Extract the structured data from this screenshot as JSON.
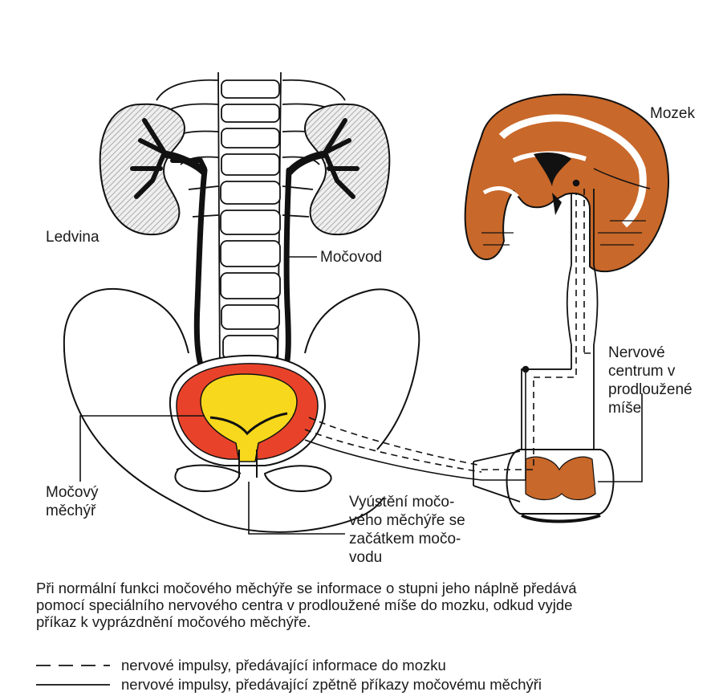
{
  "labels": {
    "ledvina": "Ledvina",
    "mocovod": "Močovod",
    "mozek": "Mozek",
    "nervove_centrum": [
      "Nervové",
      "centrum v",
      "prodloužené",
      "míše"
    ],
    "mocovy_mechyr": [
      "Močový",
      "měchýř"
    ],
    "vyusteni": [
      "Vyústění močo-",
      "vého měchýře se",
      "začátkem močo-",
      "vodu"
    ]
  },
  "caption": [
    "Při normální funkci močového měchýře se informace o stupni jeho náplně předává",
    "pomocí speciálního nervového centra v prodloužené míše do mozku, odkud vyjde",
    "příkaz k vyprázdnění močového měchýře."
  ],
  "legend": [
    {
      "style": "dashed",
      "text": "nervové impulsy, předávající informace do mozku"
    },
    {
      "style": "solid",
      "text": "nervové impulsy, předávající zpětně příkazy močovému měchýři"
    }
  ],
  "colors": {
    "brain": "#c8682a",
    "bladder_outer": "#e8432a",
    "bladder_inner": "#f7d81c",
    "kidney": "#d4d4d4",
    "line": "#111111"
  }
}
